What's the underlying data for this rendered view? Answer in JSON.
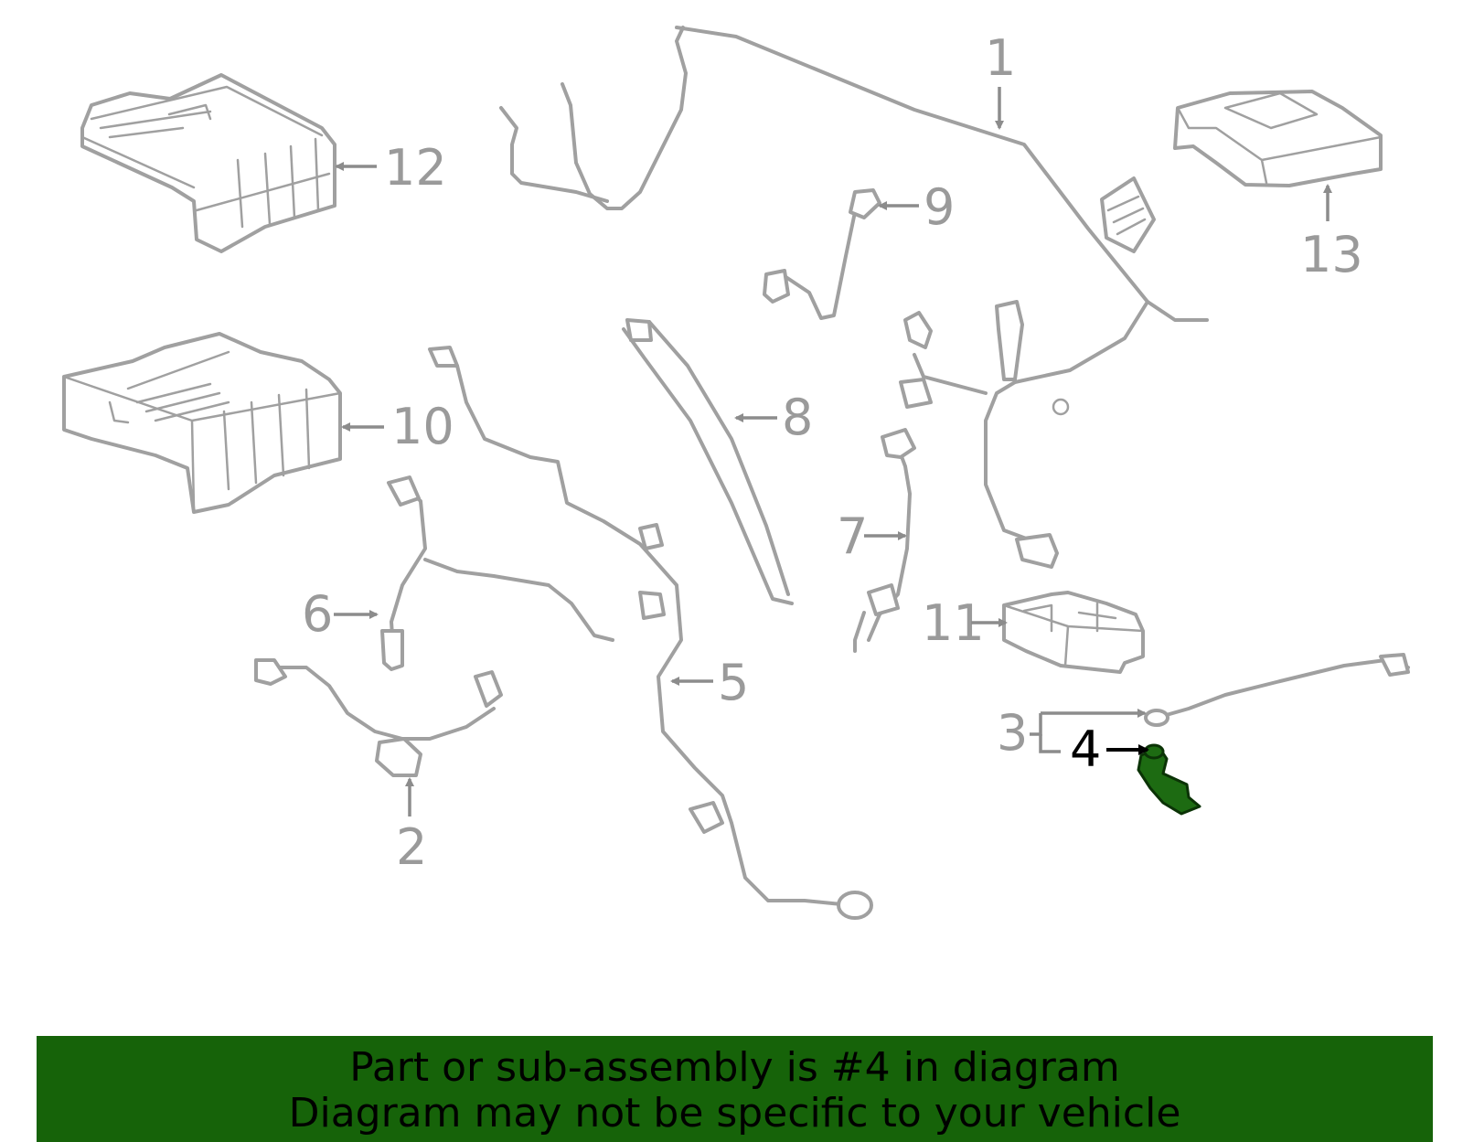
{
  "callouts": {
    "c1": "1",
    "c2": "2",
    "c3": "3",
    "c4": "4",
    "c5": "5",
    "c6": "6",
    "c7": "7",
    "c8": "8",
    "c9": "9",
    "c10": "10",
    "c11": "11",
    "c12": "12",
    "c13": "13"
  },
  "highlighted_part": "4",
  "colors": {
    "highlight": "#1d6b12",
    "banner": "#166309",
    "line_art": "#a0a0a0"
  },
  "banner": {
    "line1": "Part or sub-assembly is #4 in diagram",
    "line2": "Diagram may not be specific to your vehicle"
  }
}
